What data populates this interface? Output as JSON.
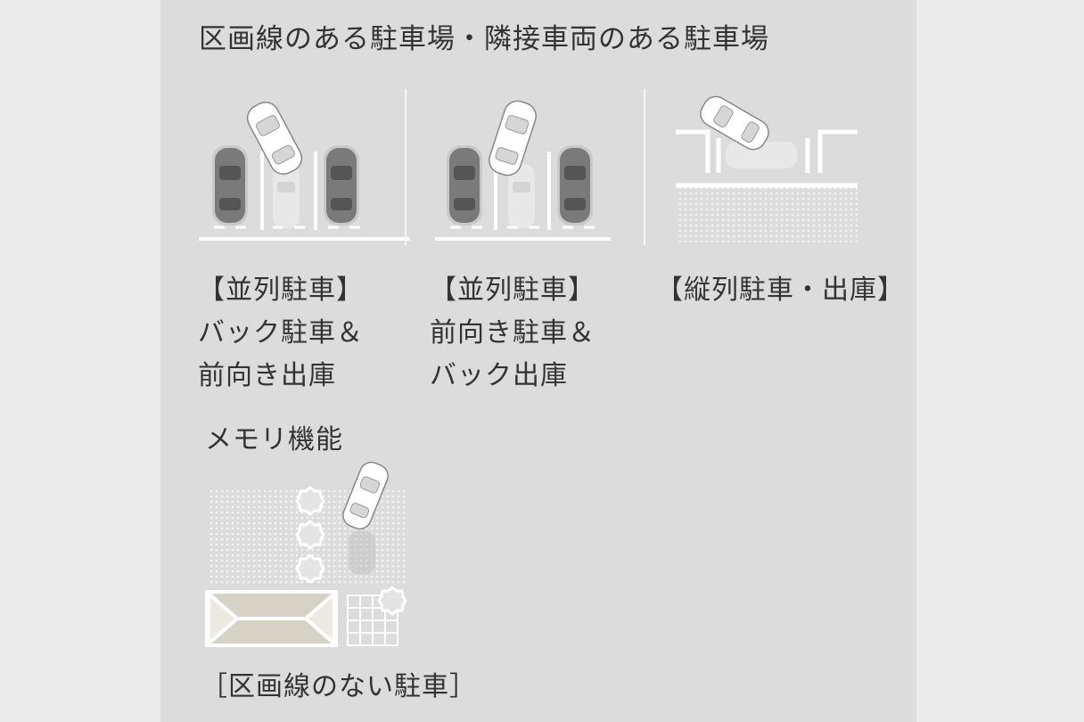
{
  "heading": "区画線のある駐車場・隣接車両のある駐車場",
  "scenarios": [
    {
      "label": "【並列駐車】\nバック駐車＆\n前向き出庫"
    },
    {
      "label": "【並列駐車】\n前向き駐車＆\nバック出庫"
    },
    {
      "label": "【縦列駐車・出庫】"
    }
  ],
  "memory": {
    "title": "メモリ機能",
    "label": "［区画線のない駐車］"
  },
  "colors": {
    "panel": "#dcdcdc",
    "page": "#ebebeb",
    "line": "#ffffff",
    "parked_car": "#7a7a7a",
    "moving_car": "#ffffff"
  }
}
